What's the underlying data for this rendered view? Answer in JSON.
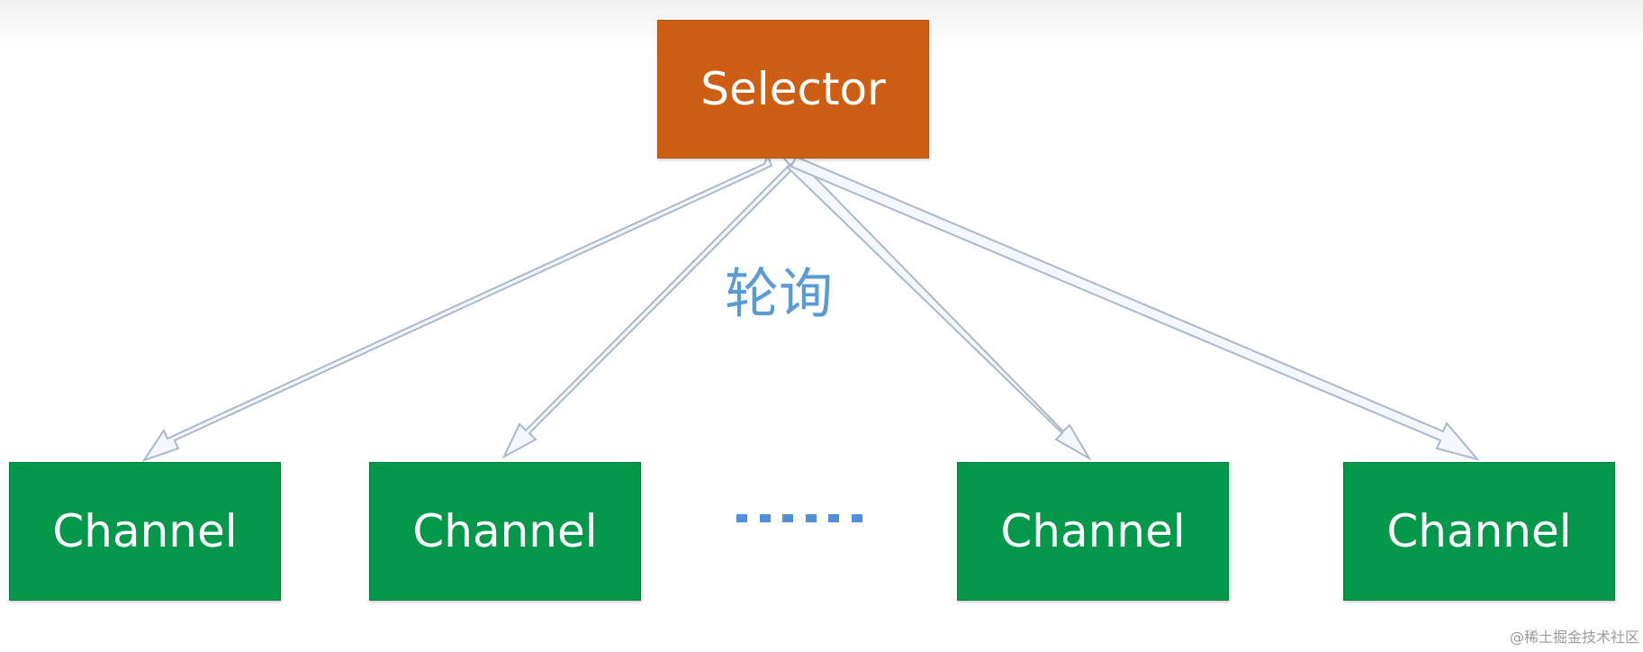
{
  "diagram": {
    "selector": {
      "label": "Selector"
    },
    "poll_label": "轮询",
    "channels": [
      {
        "label": "Channel"
      },
      {
        "label": "Channel"
      },
      {
        "label": "Channel"
      },
      {
        "label": "Channel"
      }
    ],
    "ellipsis": "……",
    "colors": {
      "selector": "#cc5f13",
      "channel": "#04994a",
      "arrow_fill": "#f4f8fc",
      "arrow_stroke": "#a9b8cc",
      "poll_label": "#5b9bd5",
      "ellipsis": "#4f90d8"
    }
  },
  "watermark": "@稀土掘金技术社区"
}
